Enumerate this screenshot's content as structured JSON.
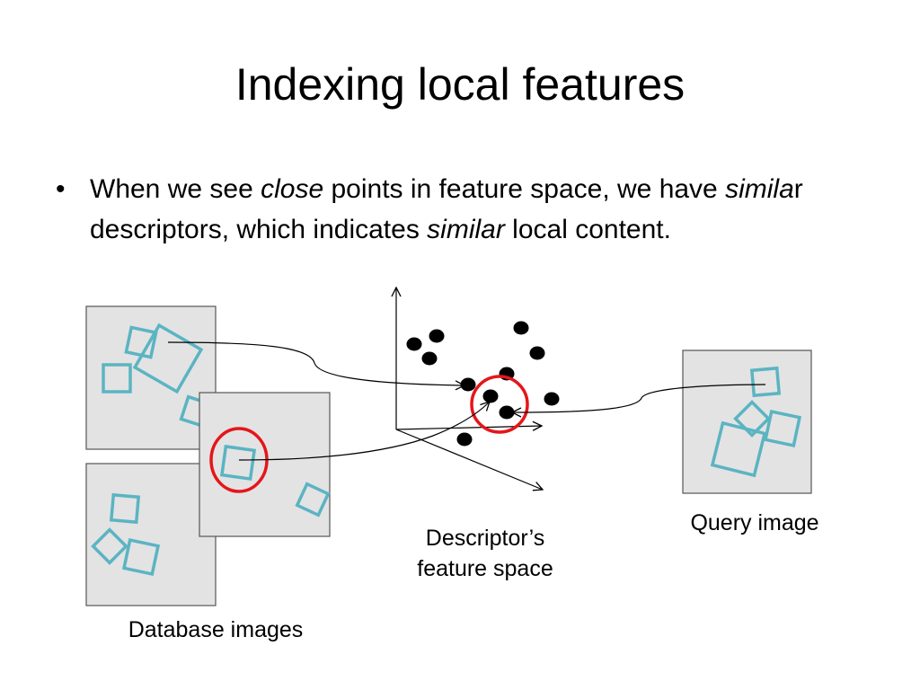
{
  "slide": {
    "title": "Indexing local features",
    "bullet": {
      "marker": "•",
      "parts": [
        {
          "text": "When we see ",
          "italic": false
        },
        {
          "text": "close",
          "italic": true
        },
        {
          "text": " points in feature space, we have ",
          "italic": false
        },
        {
          "text": "simila",
          "italic": true
        },
        {
          "text": "r descriptors, which indicates ",
          "italic": false
        },
        {
          "text": "similar",
          "italic": true
        },
        {
          "text": " local content.",
          "italic": false
        }
      ]
    }
  },
  "diagram": {
    "captions": {
      "database": "Database images",
      "descriptor_line1": "Descriptor’s",
      "descriptor_line2": "feature space",
      "query": "Query image"
    },
    "colors": {
      "image_fill": "#e3e3e3",
      "image_border": "#555555",
      "patch": "#5bb4c2",
      "highlight": "#e4161b",
      "point": "#000000",
      "line": "#000000"
    }
  }
}
